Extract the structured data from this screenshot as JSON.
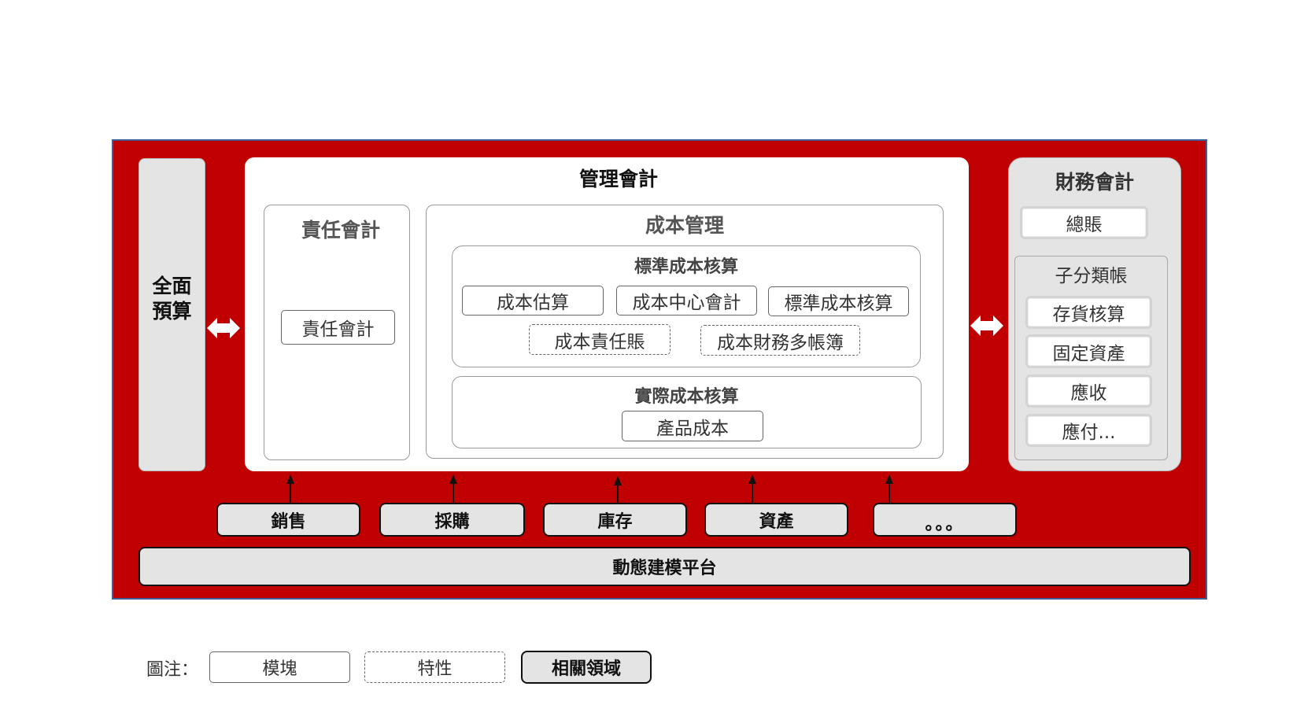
{
  "diagram": {
    "left_column": {
      "label_line1": "全面",
      "label_line2": "預算"
    },
    "management_accounting": {
      "title": "管理會計",
      "responsibility": {
        "title": "責任會計",
        "modules": [
          "責任會計"
        ]
      },
      "cost_management": {
        "title": "成本管理",
        "standard_costing": {
          "title": "標準成本核算",
          "modules": [
            "成本估算",
            "成本中心會計",
            "標準成本核算"
          ],
          "features": [
            "成本責任賬",
            "成本財務多帳簿"
          ]
        },
        "actual_costing": {
          "title": "實際成本核算",
          "modules": [
            "產品成本"
          ]
        }
      }
    },
    "financial_accounting": {
      "title": "財務會計",
      "general_ledger": "總賬",
      "subledger": {
        "title": "子分類帳",
        "modules": [
          "存貨核算",
          "固定資產",
          "應收",
          "應付..."
        ]
      }
    },
    "related_domains": [
      "銷售",
      "採購",
      "庫存",
      "資產",
      "。。。"
    ],
    "platform": "動態建模平台"
  },
  "legend": {
    "label": "圖注：",
    "module": "模塊",
    "feature": "特性",
    "related_domain": "相關領域"
  },
  "colors": {
    "frame_red": "#c00000",
    "frame_border": "#3f5f9a",
    "panel_gray": "#e4e4e4",
    "white": "#ffffff"
  }
}
